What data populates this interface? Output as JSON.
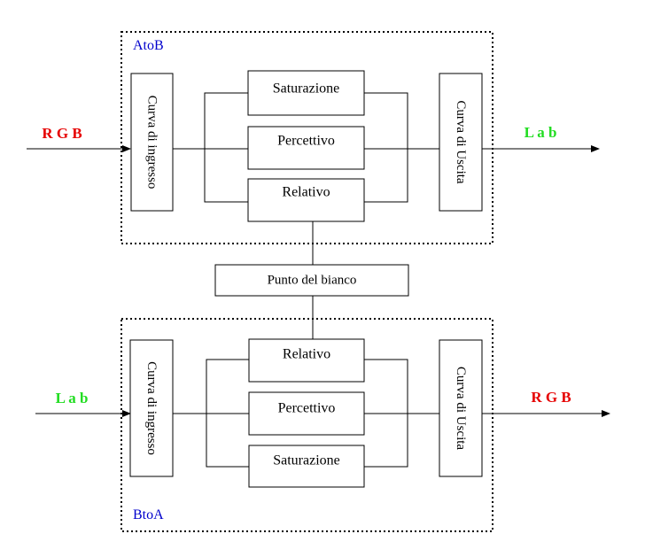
{
  "colors": {
    "stroke": "#000000",
    "section_label": "#0000cc",
    "rgb_label": "#e60000",
    "lab_label": "#22dd22"
  },
  "top": {
    "title": "AtoB",
    "input_label": "R G B",
    "output_label": "L a b",
    "input_curve": "Curva di ingresso",
    "output_curve": "Curva di Uscita",
    "intents": [
      "Saturazione",
      "Percettivo",
      "Relativo"
    ]
  },
  "white_point": "Punto del bianco",
  "bottom": {
    "title": "BtoA",
    "input_label": "L a b",
    "output_label": "R G B",
    "input_curve": "Curva di ingresso",
    "output_curve": "Curva di Uscita",
    "intents": [
      "Relativo",
      "Percettivo",
      "Saturazione"
    ]
  }
}
